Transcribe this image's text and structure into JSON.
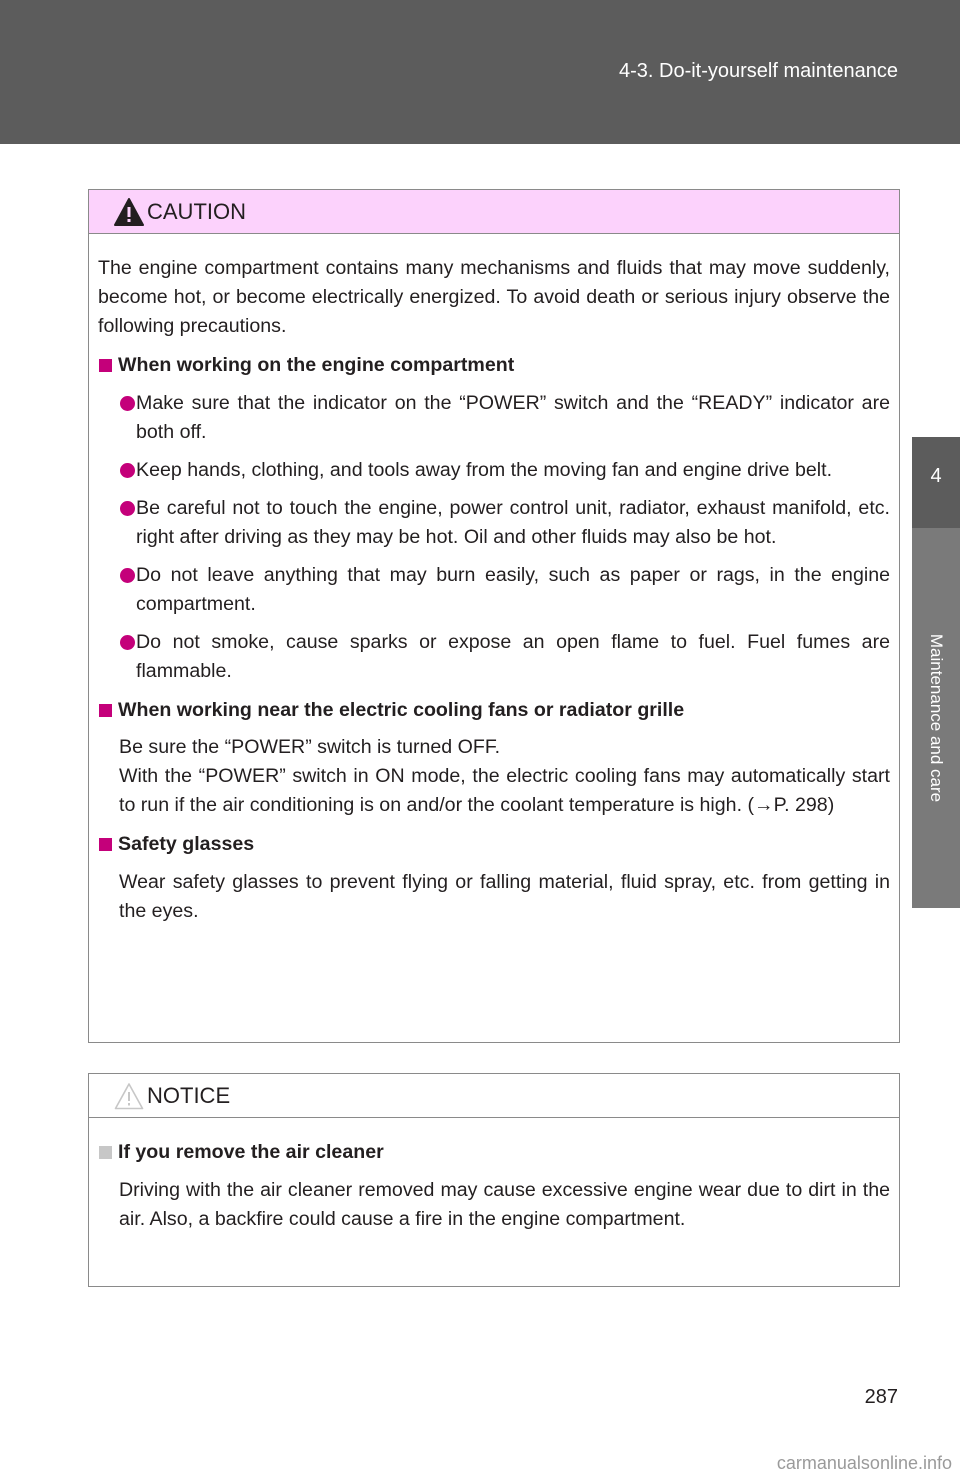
{
  "header": {
    "section_title": "4-3. Do-it-yourself maintenance"
  },
  "side_tab": {
    "chapter_number": "4",
    "chapter_label": "Maintenance and care"
  },
  "caution": {
    "title": "CAUTION",
    "intro": "The engine compartment contains many mechanisms and fluids that may move suddenly, become hot, or become electrically energized. To avoid death or serious injury observe the following precautions.",
    "sections": [
      {
        "heading": "When working on the engine compartment",
        "bullets": [
          "Make sure that the indicator on the “POWER” switch and the “READY” indicator are both off.",
          "Keep hands, clothing, and tools away from the moving fan and engine drive belt.",
          "Be careful not to touch the engine, power control unit, radiator, exhaust manifold, etc. right after driving as they may be hot. Oil and other fluids may also be hot.",
          "Do not leave anything that may burn easily, such as paper or rags, in the engine compartment.",
          "Do not smoke, cause sparks or expose an open flame to fuel. Fuel fumes are flammable."
        ]
      },
      {
        "heading": "When working near the electric cooling fans or radiator grille",
        "text_1": "Be sure the “POWER” switch is turned OFF.",
        "text_2": "With the “POWER” switch in ON mode, the electric cooling fans may automatically start to run if the air conditioning is on and/or the coolant temperature is high. (→P. 298)"
      },
      {
        "heading": "Safety glasses",
        "text_1": "Wear safety glasses to prevent flying or falling material, fluid spray, etc. from getting in the eyes."
      }
    ]
  },
  "notice": {
    "title": "NOTICE",
    "sections": [
      {
        "heading": "If you remove the air cleaner",
        "text_1": "Driving with the air cleaner removed may cause excessive engine wear due to dirt in the air. Also, a backfire could cause a fire in the engine compartment."
      }
    ]
  },
  "footer": {
    "page_number": "287",
    "watermark": "carmanualsonline.info"
  },
  "colors": {
    "header_gray": "#5c5c5c",
    "caution_pink": "#fcd2fc",
    "accent_magenta": "#c4007a",
    "notice_gray": "#c7c7c7"
  },
  "icons": {
    "caution": "warning-triangle-filled-icon",
    "notice": "warning-triangle-outline-icon"
  }
}
